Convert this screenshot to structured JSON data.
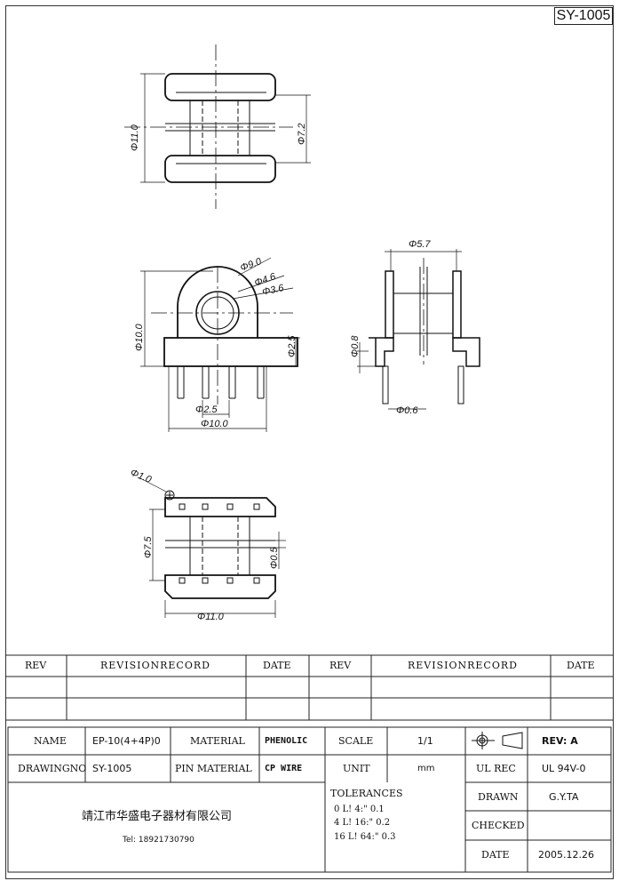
{
  "drawing_code": "SY-1005",
  "dims": {
    "top_outer": "Φ11.0",
    "top_inner": "Φ7.2",
    "front_d1": "Φ9.0",
    "front_d2": "Φ4.6",
    "front_d3": "Φ3.6",
    "front_height": "Φ10.0",
    "front_base": "Φ2.5",
    "front_pitch": "Φ2.5",
    "front_width": "Φ10.0",
    "side_top": "Φ5.7",
    "side_flange": "Φ0.8",
    "side_pin": "Φ0.6",
    "bottom_pin_hole": "Φ1.0",
    "bottom_height": "Φ7.5",
    "bottom_gap": "Φ0.5",
    "bottom_width": "Φ11.0"
  },
  "revision": {
    "rev_label": "REV",
    "record_label": "REVISIONRECORD",
    "date_label": "DATE"
  },
  "title_block": {
    "name_label": "NAME",
    "name_value": "EP-10(4+4P)0",
    "material_label": "MATERIAL",
    "material_value": "PHENOLIC",
    "scale_label": "SCALE",
    "scale_value": "1/1",
    "rev_value": "REV: A",
    "drawingno_label": "DRAWINGNO",
    "drawingno_value": "SY-1005",
    "pin_material_label": "PIN MATERIAL",
    "pin_material_value": "CP WIRE",
    "unit_label": "UNIT",
    "unit_value": "mm",
    "ul_rec_label": "UL REC",
    "ul_rec_value": "UL 94V-0",
    "company": "靖江市华盛电子器材有限公司",
    "tel": "Tel: 18921730790",
    "tolerances_label": "TOLERANCES",
    "tol_1": "0  L! 4:\" 0.1",
    "tol_2": "4  L! 16:\" 0.2",
    "tol_3": "16  L! 64:\" 0.3",
    "drawn_label": "DRAWN",
    "drawn_value": "G.Y.TA",
    "checked_label": "CHECKED",
    "checked_value": "",
    "date_label": "DATE",
    "date_value": "2005.12.26"
  }
}
